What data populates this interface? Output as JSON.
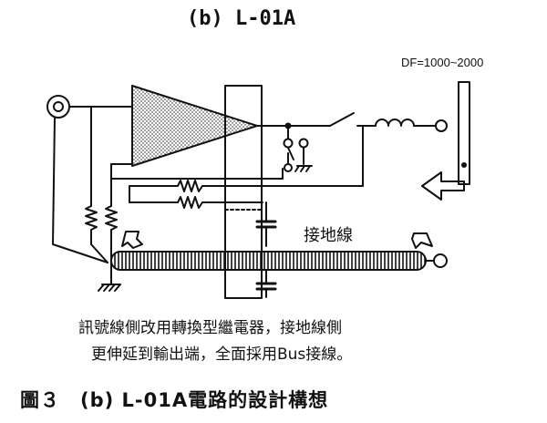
{
  "title": "(b) L-01A",
  "df_label": "DF=1000~2000",
  "ground_wire_label": "接地線",
  "caption_line1": "訊號線側改用轉換型繼電器，接地線側",
  "caption_line2": "更伸延到輸出端，全面採用Bus接線。",
  "figure_caption": "圖３　(b) L-01A電路的設計構想",
  "colors": {
    "ink": "#111111",
    "background": "#ffffff"
  }
}
